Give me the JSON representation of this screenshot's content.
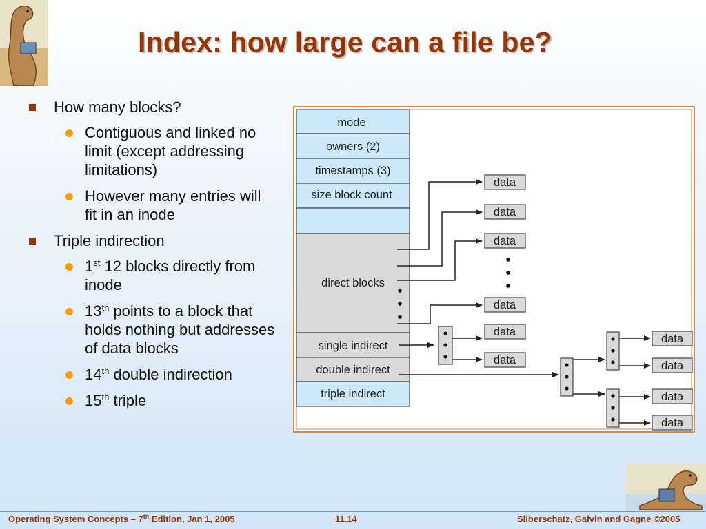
{
  "title": "Index: how large can a file be?",
  "bullets": {
    "b1": "How many blocks?",
    "b1_1": "Contiguous and linked no limit (except addressing limitations)",
    "b1_2": "However many entries will fit in an inode",
    "b2": "Triple indirection",
    "b2_1_pre": "1",
    "b2_1_sup": "st",
    "b2_1_post": " 12 blocks directly from inode",
    "b2_2_pre": "13",
    "b2_2_sup": "th",
    "b2_2_post": " points to a block that holds nothing but addresses of data blocks",
    "b2_3_pre": "14",
    "b2_3_sup": "th",
    "b2_3_post": " double indirection",
    "b2_4_pre": "15",
    "b2_4_sup": "th",
    "b2_4_post": " triple"
  },
  "inode": {
    "mode": "mode",
    "owners": "owners (2)",
    "timestamps": "timestamps (3)",
    "size": "size block count",
    "direct": "direct blocks",
    "single": "single indirect",
    "double": "double indirect",
    "triple": "triple indirect"
  },
  "data_label": "data",
  "footer": {
    "left_pre": "Operating System Concepts – 7",
    "left_sup": "th",
    "left_post": " Edition, Jan 1, 2005",
    "page": "11.14",
    "right": "Silberschatz, Galvin and Gagne ©2005"
  },
  "colors": {
    "title": "#993300",
    "inode_blue": "#cce9f9",
    "inode_gray": "#d9d9d9",
    "frame": "#d6894a",
    "bullet_square": "#993300",
    "bullet_dot": "#ff9900"
  }
}
